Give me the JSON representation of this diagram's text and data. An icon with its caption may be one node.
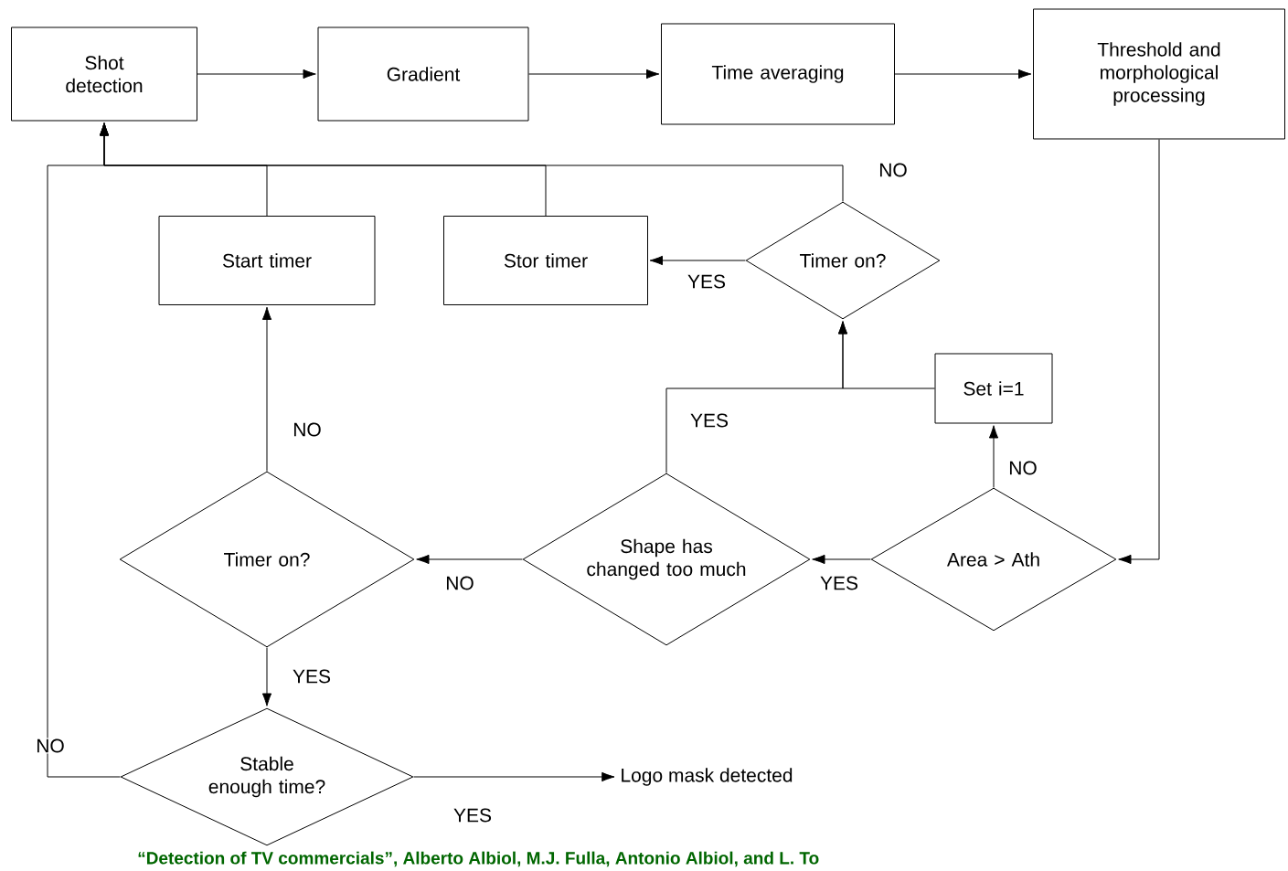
{
  "diagram": {
    "caption": "“Detection of TV commercials”, Alberto Albiol, M.J. Fulla, Antonio Albiol, and L. To",
    "nodes": [
      {
        "text": [
          "Shot detection"
        ]
      },
      {
        "text": [
          "Gradient"
        ]
      },
      {
        "text": [
          "Time averaging"
        ]
      },
      {
        "text": [
          "Threshold and morphological processing"
        ]
      },
      {
        "text": [
          "Start timer"
        ]
      },
      {
        "text": [
          "Stor timer"
        ]
      },
      {
        "text": [
          "Timer on?"
        ]
      },
      {
        "text": [
          "Set i=1"
        ]
      },
      {
        "text": [
          "Timer on?"
        ]
      },
      {
        "text": [
          "Shape has changed too much"
        ]
      },
      {
        "text": [
          "Area > Ath"
        ]
      },
      {
        "text": [
          "Stable enough time?"
        ]
      },
      {
        "text": [
          "Logo mask detected"
        ]
      }
    ],
    "edges": [
      {
        "from": 0,
        "to": 1,
        "arrow": "to"
      },
      {
        "from": 1,
        "to": 2,
        "arrow": "to"
      },
      {
        "from": 2,
        "to": 3,
        "arrow": "to"
      },
      {
        "from": 3,
        "to": 10,
        "arrow": "to"
      },
      {
        "from": 10,
        "to": 9,
        "arrow": "to",
        "label": "YES"
      },
      {
        "from": 10,
        "to": 7,
        "arrow": "to",
        "label": "NO"
      },
      {
        "from": 9,
        "to": 8,
        "arrow": "to",
        "label": "NO"
      },
      {
        "from": 9,
        "to": 6,
        "arrow": "to",
        "label": "YES"
      },
      {
        "from": 7,
        "to": 6,
        "arrow": "to"
      },
      {
        "from": 6,
        "to": 5,
        "arrow": "to",
        "label": "YES"
      },
      {
        "from": 6,
        "to": 0,
        "arrow": "to",
        "label": "NO"
      },
      {
        "from": 4,
        "to": 0,
        "arrow": "to"
      },
      {
        "from": 5,
        "to": 0,
        "arrow": "to"
      },
      {
        "from": 8,
        "to": 4,
        "arrow": "to",
        "label": "NO"
      },
      {
        "from": 8,
        "to": 11,
        "arrow": "to",
        "label": "YES"
      },
      {
        "from": 11,
        "to": 12,
        "arrow": "to",
        "label": "YES"
      },
      {
        "from": 11,
        "to": 0,
        "arrow": "to",
        "label": "NO"
      }
    ]
  }
}
